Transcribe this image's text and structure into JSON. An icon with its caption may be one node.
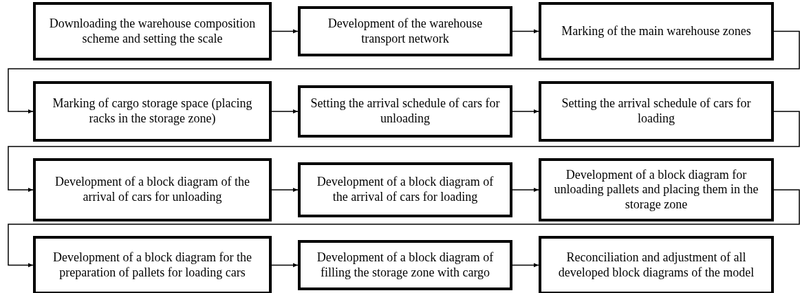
{
  "diagram": {
    "nodes": [
      {
        "text": [
          "Downloading the warehouse composition scheme and setting the scale"
        ]
      },
      {
        "text": [
          "Development of the warehouse transport network"
        ]
      },
      {
        "text": [
          "Marking of the main warehouse zones"
        ]
      },
      {
        "text": [
          "Marking of cargo storage space (placing racks in the storage zone)"
        ]
      },
      {
        "text": [
          "Setting the arrival schedule of cars for unloading"
        ]
      },
      {
        "text": [
          "Setting the arrival schedule of cars for loading"
        ]
      },
      {
        "text": [
          "Development of a block diagram of the arrival of cars for unloading"
        ]
      },
      {
        "text": [
          "Development of a block diagram of the arrival of cars for loading"
        ]
      },
      {
        "text": [
          "Development of a block diagram for unloading pallets and placing them in the storage zone"
        ]
      },
      {
        "text": [
          "Development of a block diagram for the preparation of pallets for loading cars"
        ]
      },
      {
        "text": [
          "Development of a block diagram of filling the storage zone with cargo"
        ]
      },
      {
        "text": [
          "Reconciliation and adjustment of all developed block diagrams of the model"
        ]
      }
    ],
    "edges": [
      {
        "from": 0,
        "to": 1,
        "arrow": "to"
      },
      {
        "from": 1,
        "to": 2,
        "arrow": "to"
      },
      {
        "from": 2,
        "to": 3,
        "arrow": "to"
      },
      {
        "from": 3,
        "to": 4,
        "arrow": "to"
      },
      {
        "from": 4,
        "to": 5,
        "arrow": "to"
      },
      {
        "from": 5,
        "to": 6,
        "arrow": "to"
      },
      {
        "from": 6,
        "to": 7,
        "arrow": "to"
      },
      {
        "from": 7,
        "to": 8,
        "arrow": "to"
      },
      {
        "from": 8,
        "to": 9,
        "arrow": "to"
      },
      {
        "from": 9,
        "to": 10,
        "arrow": "to"
      },
      {
        "from": 10,
        "to": 11,
        "arrow": "to"
      }
    ]
  }
}
